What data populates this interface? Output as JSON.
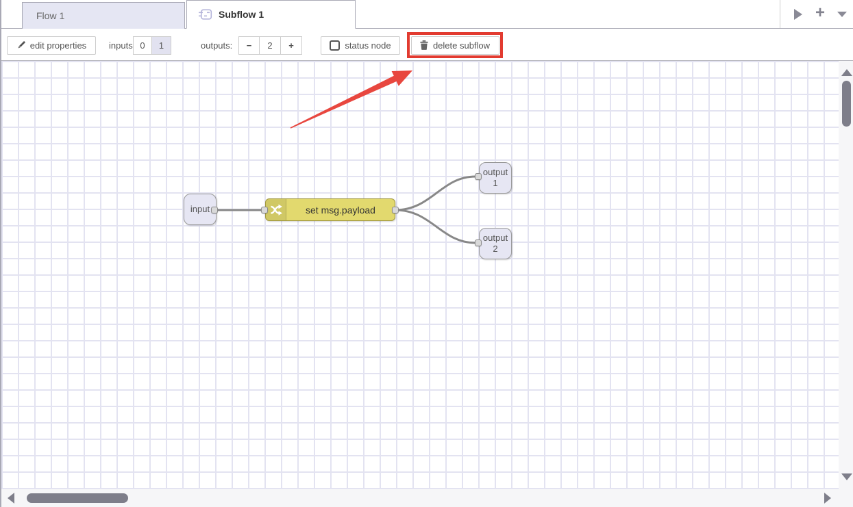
{
  "tabs": {
    "flow": {
      "label": "Flow 1"
    },
    "subflow": {
      "label": "Subflow 1"
    }
  },
  "header": {
    "add_button": "+"
  },
  "toolbar": {
    "edit_properties_label": "edit properties",
    "inputs_label": "inputs:",
    "inputs_options": [
      "0",
      "1"
    ],
    "inputs_selected": "1",
    "outputs_label": "outputs:",
    "minus_label": "−",
    "outputs_value": "2",
    "plus_label": "+",
    "status_node_label": "status node",
    "status_node_checked": false,
    "delete_subflow_label": "delete subflow"
  },
  "canvas": {
    "nodes": {
      "input": {
        "label": "input"
      },
      "change": {
        "label": "set msg.payload",
        "type": "change"
      },
      "output1": {
        "label": "output",
        "number": "1"
      },
      "output2": {
        "label": "output",
        "number": "2"
      }
    },
    "connections": [
      [
        "input",
        "change"
      ],
      [
        "change",
        "output1"
      ],
      [
        "change",
        "output2"
      ]
    ]
  },
  "colors": {
    "annotation_red": "#e23b30",
    "change_node_fill": "#e2d96e",
    "io_node_fill": "#e6e6f3",
    "wire": "#888888",
    "grid_line": "#e3e3f1",
    "selected_toggle_bg": "#e2e2f0",
    "inactive_tab_bg": "#e5e6f3"
  }
}
